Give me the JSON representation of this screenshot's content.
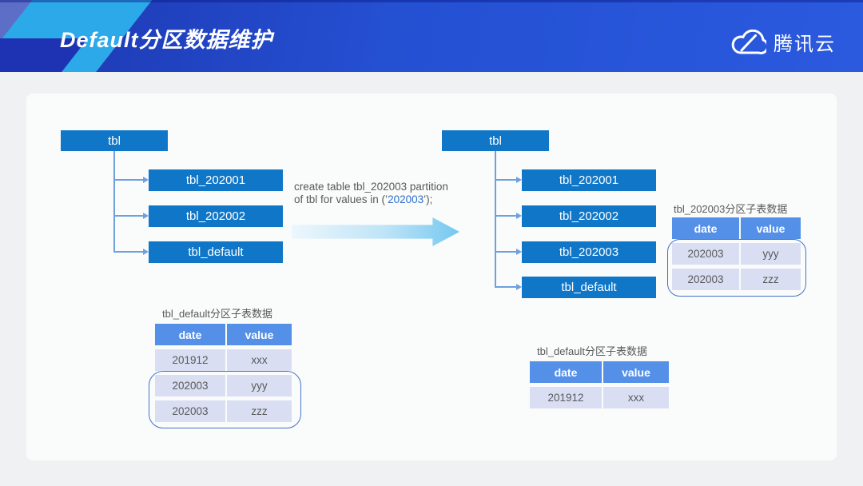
{
  "header": {
    "title": "Default分区数据维护",
    "brand": "腾讯云"
  },
  "command": {
    "line1": "create table tbl_202003 partition",
    "line2_prefix": "of tbl for values in (’",
    "line2_value": "202003",
    "line2_suffix": "’);"
  },
  "trees": {
    "before": {
      "root": "tbl",
      "children": [
        "tbl_202001",
        "tbl_202002",
        "tbl_default"
      ]
    },
    "after": {
      "root": "tbl",
      "children": [
        "tbl_202001",
        "tbl_202002",
        "tbl_202003",
        "tbl_default"
      ]
    }
  },
  "tables": {
    "after_202003": {
      "title": "tbl_202003分区子表数据",
      "columns": [
        "date",
        "value"
      ],
      "rows": [
        [
          "202003",
          "yyy"
        ],
        [
          "202003",
          "zzz"
        ]
      ],
      "circled_rows": "all"
    },
    "before_default": {
      "title": "tbl_default分区子表数据",
      "columns": [
        "date",
        "value"
      ],
      "rows": [
        [
          "201912",
          "xxx"
        ],
        [
          "202003",
          "yyy"
        ],
        [
          "202003",
          "zzz"
        ]
      ],
      "circled_rows": "last two"
    },
    "after_default": {
      "title": "tbl_default分区子表数据",
      "columns": [
        "date",
        "value"
      ],
      "rows": [
        [
          "201912",
          "xxx"
        ]
      ],
      "circled_rows": "none"
    }
  },
  "colors": {
    "header_blue": "#2450D2",
    "header_stripe_cyan": "#2CA9E9",
    "node_blue": "#1077C8",
    "connector_blue": "#6FA0DC",
    "table_header_blue": "#5590E8",
    "table_row_lavender": "#D9DEF3",
    "circle_border": "#4673C8",
    "text_gray": "#595959",
    "sql_highlight_blue": "#2E6FD0",
    "panel_bg": "#FAFBFB",
    "slide_bg": "#F0F1F2"
  }
}
